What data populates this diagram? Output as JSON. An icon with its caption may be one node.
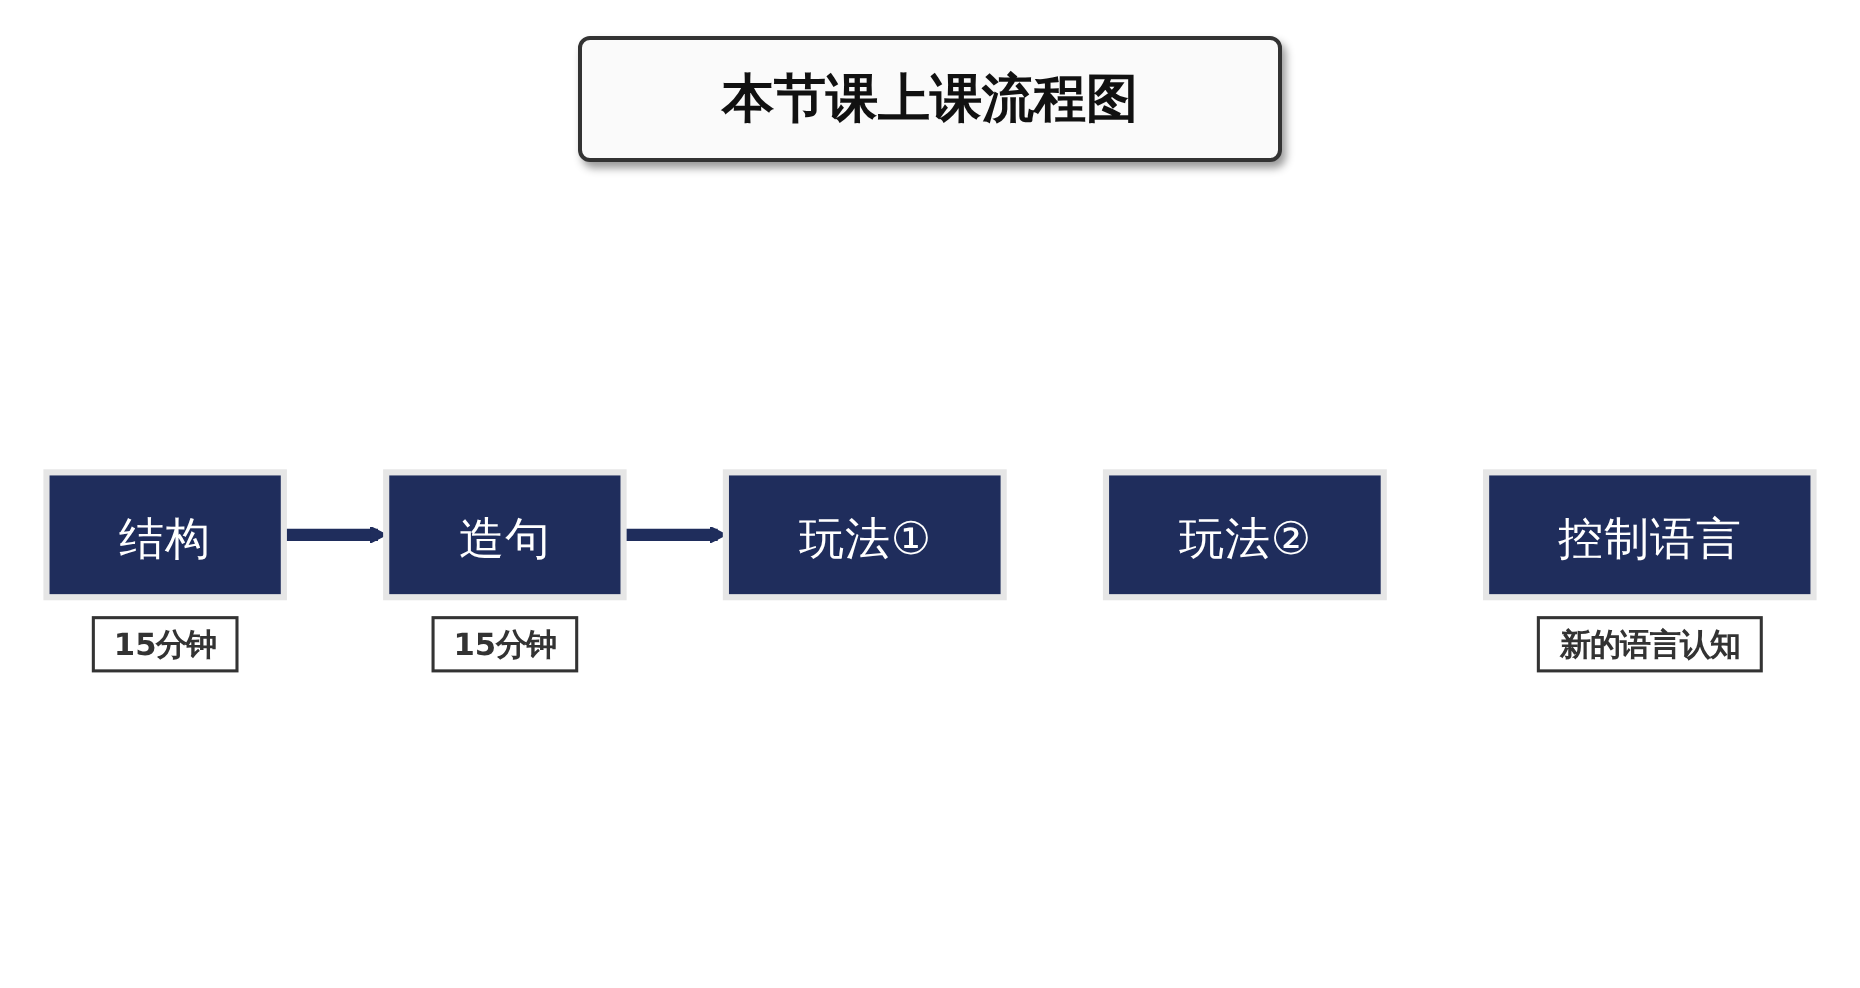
{
  "diagram": {
    "title": "本节课上课流程图",
    "nodes": [
      {
        "text": [
          "结构"
        ],
        "beside": [
          "15分钟"
        ]
      },
      {
        "text": [
          "造句"
        ],
        "beside": [
          "15分钟"
        ]
      },
      {
        "text": [
          "玩法①"
        ]
      },
      {
        "text": [
          "玩法②"
        ]
      },
      {
        "text": [
          "控制语言"
        ],
        "beside": [
          "新的语言认知"
        ]
      }
    ],
    "edges": [
      {
        "from": 0,
        "to": 1,
        "arrow": "to"
      },
      {
        "from": 1,
        "to": 2,
        "arrow": "to"
      }
    ]
  }
}
